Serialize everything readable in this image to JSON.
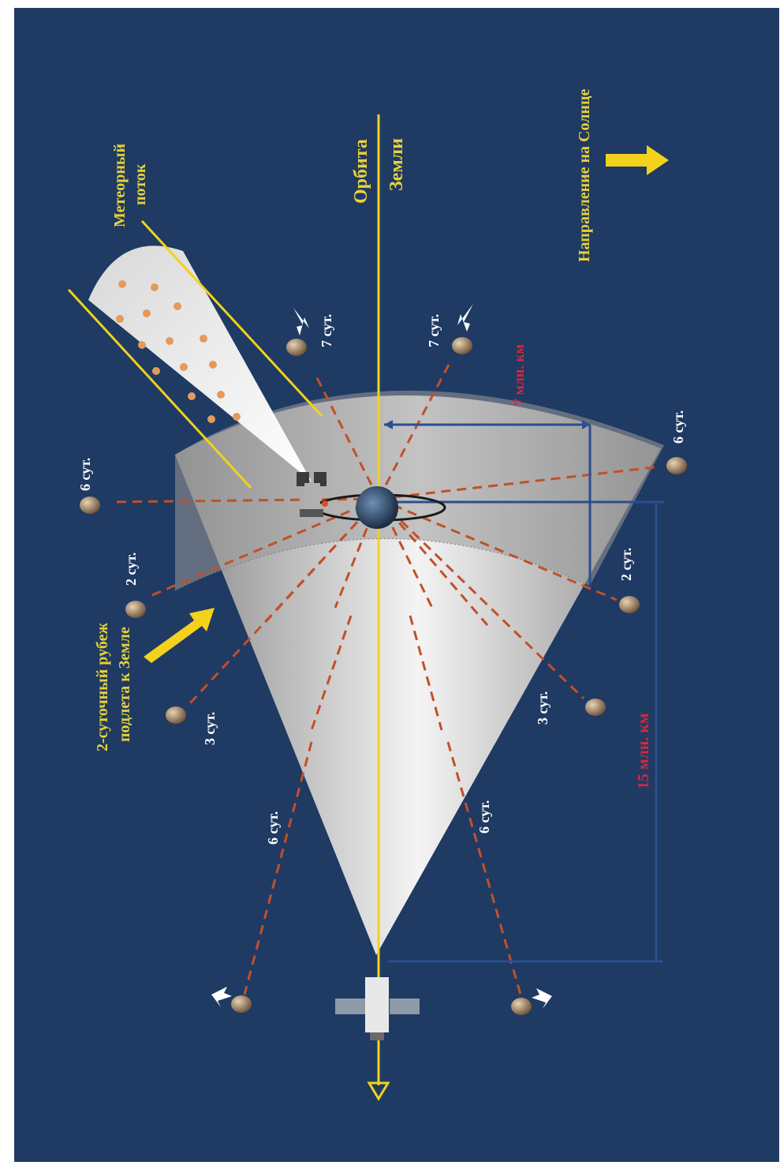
{
  "labels": {
    "meteor_stream": [
      "Метеорный",
      "поток"
    ],
    "earth_orbit": [
      "Орбита",
      "Земли"
    ],
    "sun_direction": "Направление на Солнце",
    "boundary": [
      "2-суточный рубеж",
      "подлета к Земле"
    ],
    "dist_7": "7 млн. км",
    "dist_15": "15 млн. км"
  },
  "day_labels": {
    "d7_top": "7 сут.",
    "d7_bottom": "7 сут.",
    "d6_left": "6 сут.",
    "d6_right": "6 сут.",
    "d2_left": "2 сут.",
    "d2_right": "2 сут.",
    "d3_left": "3 сут.",
    "d3_right": "3 сут.",
    "d6_left_low": "6 сут.",
    "d6_right_low": "6 сут."
  },
  "colors": {
    "background": "#1f3a63",
    "orbit_line": "#f2d21c",
    "dashed_lines": "#c1502a",
    "distance_lines": "#2a4f8f",
    "distance_text": "#d8283a",
    "label_text": "#ffffff",
    "yellow_text": "#e8d23a"
  }
}
